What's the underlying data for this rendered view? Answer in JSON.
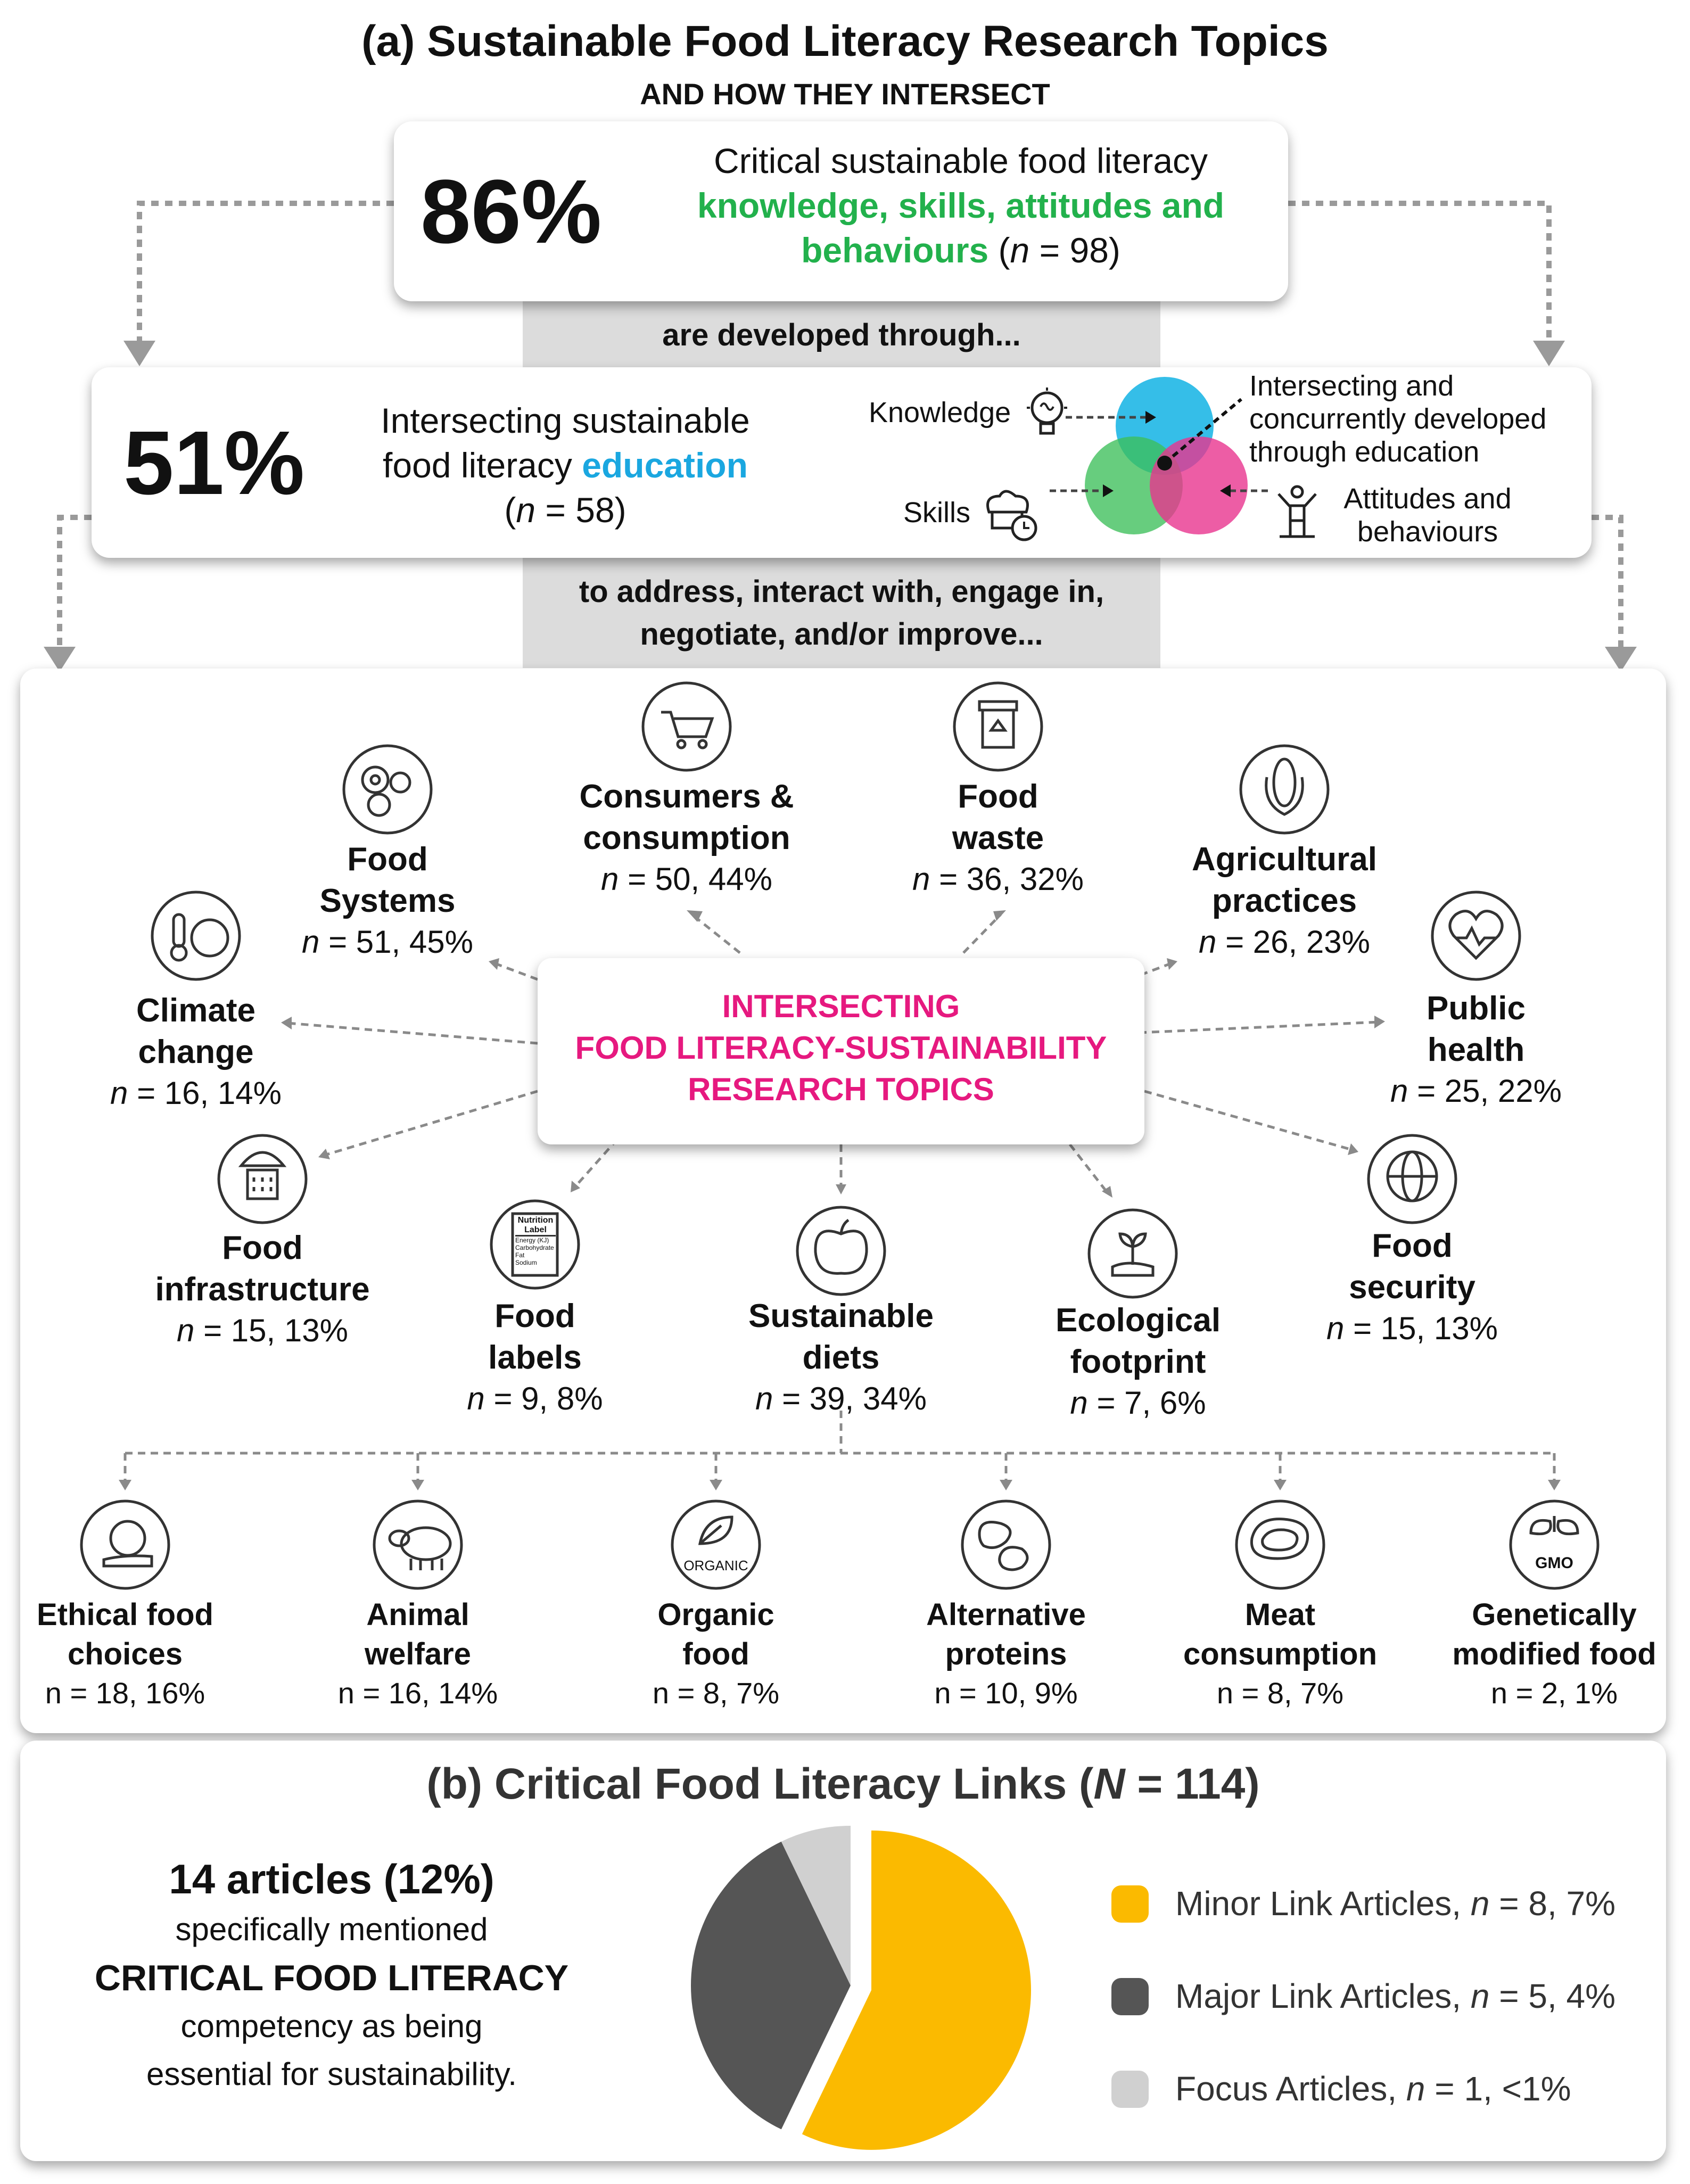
{
  "title": "(a) Sustainable Food Literacy Research Topics",
  "subtitle": "AND HOW THEY INTERSECT",
  "box1": {
    "percent": "86%",
    "line1": "Critical sustainable food literacy",
    "highlight1": "knowledge, skills, attitudes and",
    "highlight2": "behaviours",
    "n_label": "n",
    "n_rest": " = 98)"
  },
  "connector1": "are developed through...",
  "box2": {
    "percent": "51%",
    "line1": "Intersecting sustainable",
    "line2a": "food literacy ",
    "line2b": "education",
    "n_label": "n",
    "n_rest": " = 58)",
    "venn": {
      "knowledge": "Knowledge",
      "skills": "Skills",
      "attitudes1": "Attitudes and",
      "attitudes2": "behaviours",
      "intersect1": "Intersecting and",
      "intersect2": "concurrently developed",
      "intersect3": "through education"
    }
  },
  "connector2_line1": "to address, interact with, engage in,",
  "connector2_line2": "negotiate, and/or improve...",
  "center": {
    "line1": "INTERSECTING",
    "line2": "FOOD LITERACY-SUSTAINABILITY",
    "line3": "RESEARCH TOPICS"
  },
  "n_symbol": "n",
  "topics": [
    {
      "id": "food-systems",
      "title1": "Food",
      "title2": "Systems",
      "stat": " = 51, 45%",
      "icon": "gears-icon"
    },
    {
      "id": "consumers",
      "title1": "Consumers &",
      "title2": "consumption",
      "stat": " = 50, 44%",
      "icon": "shopping-cart-icon"
    },
    {
      "id": "food-waste",
      "title1": "Food",
      "title2": "waste",
      "stat": " = 36, 32%",
      "icon": "recycle-bin-icon"
    },
    {
      "id": "agricultural",
      "title1": "Agricultural",
      "title2": "practices",
      "stat": " = 26, 23%",
      "icon": "corn-icon"
    },
    {
      "id": "climate",
      "title1": "Climate",
      "title2": "change",
      "stat": " = 16, 14%",
      "icon": "thermometer-globe-icon"
    },
    {
      "id": "public-health",
      "title1": "Public",
      "title2": "health",
      "stat": " = 25, 22%",
      "icon": "heartbeat-icon"
    },
    {
      "id": "infrastructure",
      "title1": "Food",
      "title2": "infrastructure",
      "stat": " = 15, 13%",
      "icon": "hardhat-building-icon"
    },
    {
      "id": "labels",
      "title1": "Food",
      "title2": "labels",
      "stat": " = 9, 8%",
      "icon": "nutrition-label-icon"
    },
    {
      "id": "diets",
      "title1": "Sustainable",
      "title2": "diets",
      "stat": " = 39, 34%",
      "icon": "apple-icon"
    },
    {
      "id": "footprint",
      "title1": "Ecological",
      "title2": "footprint",
      "stat": " = 7, 6%",
      "icon": "hand-plant-icon"
    },
    {
      "id": "security",
      "title1": "Food",
      "title2": "security",
      "stat": " = 15, 13%",
      "icon": "globe-person-icon"
    }
  ],
  "nutrition_label": {
    "l1": "Nutrition",
    "l2": "Label",
    "l3": "Energy (KJ)",
    "l4": "Carbohydrate",
    "l5": "Fat",
    "l6": "Sodium"
  },
  "subtopics": [
    {
      "id": "ethical",
      "title1": "Ethical food",
      "title2": "choices",
      "stat": "n = 18, 16%",
      "icon": "hand-globe-icon"
    },
    {
      "id": "animal",
      "title1": "Animal",
      "title2": "welfare",
      "stat": "n = 16, 14%",
      "icon": "sheep-icon"
    },
    {
      "id": "organic",
      "title1": "Organic",
      "title2": "food",
      "stat": "n = 8, 7%",
      "icon": "organic-leaf-icon"
    },
    {
      "id": "proteins",
      "title1": "Alternative",
      "title2": "proteins",
      "stat": "n = 10, 9%",
      "icon": "beans-icon"
    },
    {
      "id": "meat",
      "title1": "Meat",
      "title2": "consumption",
      "stat": "n = 8, 7%",
      "icon": "steak-icon"
    },
    {
      "id": "gmo",
      "title1": "Genetically",
      "title2": "modified food",
      "stat": "n = 2, 1%",
      "icon": "gmo-leaf-icon"
    }
  ],
  "organic_text": "ORGANIC",
  "gmo_text": "GMO",
  "partb": {
    "title_a": "(b) Critical Food Literacy Links (",
    "title_n": "N",
    "title_b": " = 114)",
    "headline": "14 articles (12%)",
    "line2": "specifically mentioned",
    "line3": "CRITICAL FOOD LITERACY",
    "line4": "competency as being",
    "line5": "essential for sustainability."
  },
  "chart_data": {
    "type": "pie",
    "categories": [
      "Minor Link Articles",
      "Major Link Articles",
      "Focus Articles"
    ],
    "values": [
      8,
      5,
      1
    ],
    "labels": [
      {
        "pre": "Minor Link Articles, ",
        "n": "n",
        "post": " = 8, 7%"
      },
      {
        "pre": "Major Link Articles, ",
        "n": "n",
        "post": " = 5, 4%"
      },
      {
        "pre": "Focus Articles, ",
        "n": "n",
        "post": " = 1, <1%"
      }
    ],
    "colors": [
      "#FBBA00",
      "#555555",
      "#D0D0D0"
    ],
    "legend": "right"
  },
  "colors": {
    "green": "#22B14C",
    "blue": "#1AA7E0",
    "magenta": "#E6197F",
    "gray_band": "#DCDCDC",
    "pie_yellow": "#FBBA00",
    "pie_dark": "#555555",
    "pie_light": "#D0D0D0"
  }
}
